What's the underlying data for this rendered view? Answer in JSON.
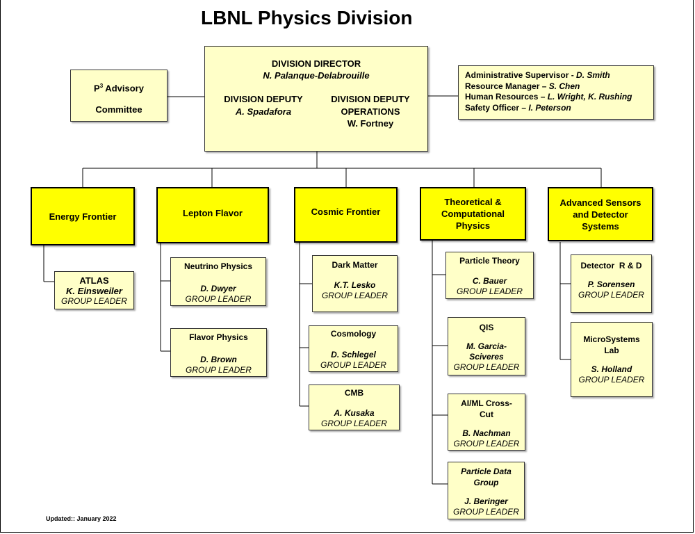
{
  "title": "LBNL Physics Division",
  "advisory": {
    "prefix": "P",
    "sup": "3",
    "suffix": " Advisory",
    "line2": "Committee"
  },
  "director": {
    "title": "DIVISION DIRECTOR",
    "name": "N. Palanque-Delabrouille",
    "deputy_title": "DIVISION DEPUTY",
    "deputy_name": "A. Spadafora",
    "ops_title_1": "DIVISION DEPUTY",
    "ops_title_2": "OPERATIONS",
    "ops_name": "W. Fortney"
  },
  "admin": [
    {
      "role": "Administrative Supervisor  - ",
      "name": "D. Smith"
    },
    {
      "role": "Resource Manager – ",
      "name": "S. Chen"
    },
    {
      "role": "Human Resources – ",
      "name": "L. Wright, K. Rushing"
    },
    {
      "role": "Safety Officer – ",
      "name": "I. Peterson"
    }
  ],
  "departments": [
    {
      "label": "Energy Frontier"
    },
    {
      "label": "Lepton Flavor"
    },
    {
      "label": "Cosmic Frontier"
    },
    {
      "label": "Theoretical & Computational Physics"
    },
    {
      "label": "Advanced Sensors and Detector Systems"
    }
  ],
  "groups": {
    "atlas": {
      "title": "ATLAS",
      "name": "K. Einsweiler",
      "role": "GROUP LEADER"
    },
    "neutrino": {
      "title": "Neutrino Physics",
      "name": "D. Dwyer",
      "role": "GROUP  LEADER"
    },
    "flavor": {
      "title": "Flavor Physics",
      "name": "D. Brown",
      "role": "GROUP LEADER"
    },
    "dark_matter": {
      "title": "Dark Matter",
      "name": "K.T. Lesko",
      "role": "GROUP LEADER"
    },
    "cosmology": {
      "title": "Cosmology",
      "name": "D. Schlegel",
      "role": "GROUP LEADER"
    },
    "cmb": {
      "title": "CMB",
      "name": "A. Kusaka",
      "role": "GROUP LEADER"
    },
    "particle_theory": {
      "title": "Particle Theory",
      "name": "C. Bauer",
      "role": "GROUP LEADER"
    },
    "qis": {
      "title": "QIS",
      "name_1": "M. Garcia-",
      "name_2": "Sciveres",
      "role": "GROUP LEADER"
    },
    "aiml": {
      "title_1": "AI/ML Cross-",
      "title_2": "Cut",
      "name": "B. Nachman",
      "role": "GROUP LEADER"
    },
    "pdg": {
      "title_1": "Particle Data",
      "title_2": "Group",
      "name": "J. Beringer",
      "role": "GROUP LEADER"
    },
    "detector_rd": {
      "title": "Detector  R & D",
      "name": "P. Sorensen",
      "role": "GROUP LEADER"
    },
    "microsystems": {
      "title_1": "MicroSystems",
      "title_2": "Lab",
      "name": "S. Holland",
      "role": "GROUP LEADER"
    }
  },
  "updated": "Updated:: January 2022"
}
